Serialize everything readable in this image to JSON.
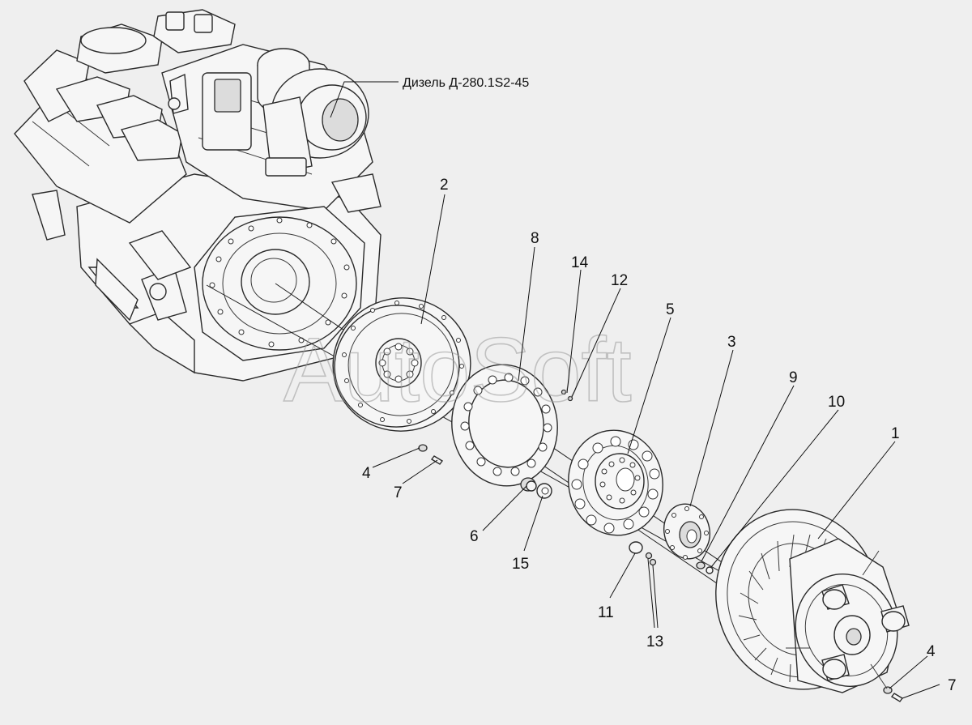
{
  "engine_label": "Дизель Д-280.1S2-45",
  "watermark": "AutoSoft",
  "callouts": {
    "c1": "1",
    "c2": "2",
    "c3": "3",
    "c4a": "4",
    "c4b": "4",
    "c5": "5",
    "c6": "6",
    "c7a": "7",
    "c7b": "7",
    "c8": "8",
    "c9": "9",
    "c10": "10",
    "c11": "11",
    "c12": "12",
    "c13": "13",
    "c14": "14",
    "c15": "15"
  }
}
